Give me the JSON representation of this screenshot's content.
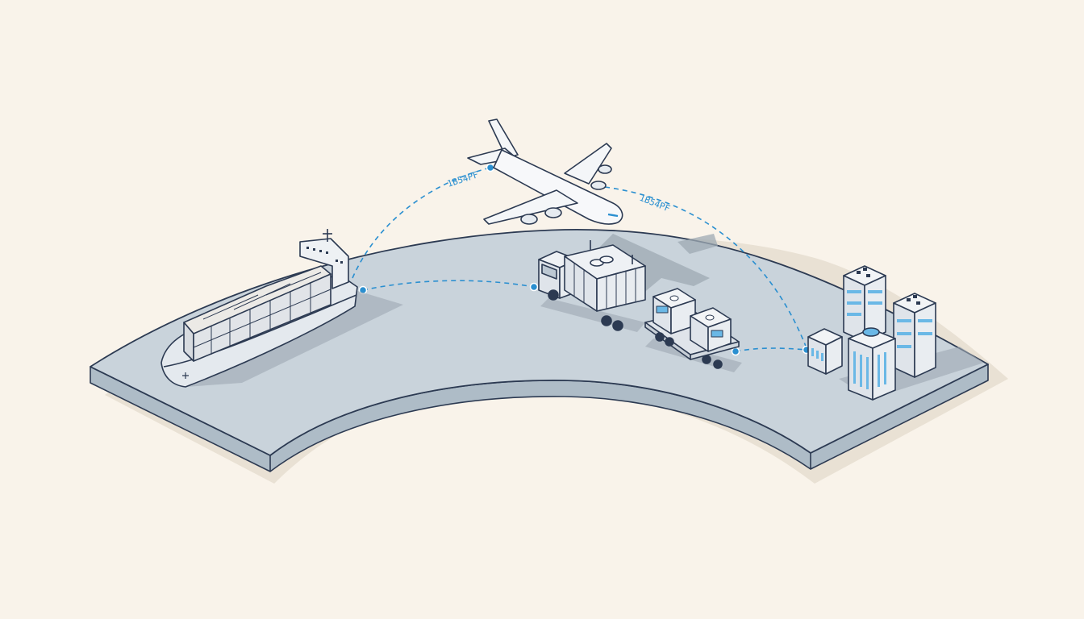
{
  "diagram": {
    "route_labels": {
      "ship_to_plane": "1B54PF",
      "plane_to_hub": "1B54PF"
    },
    "nodes": [
      {
        "id": "ship",
        "kind": "container-ship"
      },
      {
        "id": "plane",
        "kind": "cargo-airplane"
      },
      {
        "id": "truck",
        "kind": "freight-truck"
      },
      {
        "id": "trailer",
        "kind": "flatbed-trailer-with-containers"
      },
      {
        "id": "hub",
        "kind": "city-buildings"
      }
    ]
  },
  "colors": {
    "background": "#f9f3ea",
    "platform_top": "#c9d3db",
    "platform_side": "#aebcc7",
    "outline": "#2c3a52",
    "route_accent": "#2a8fd0",
    "window_accent": "#6ab8e6"
  }
}
